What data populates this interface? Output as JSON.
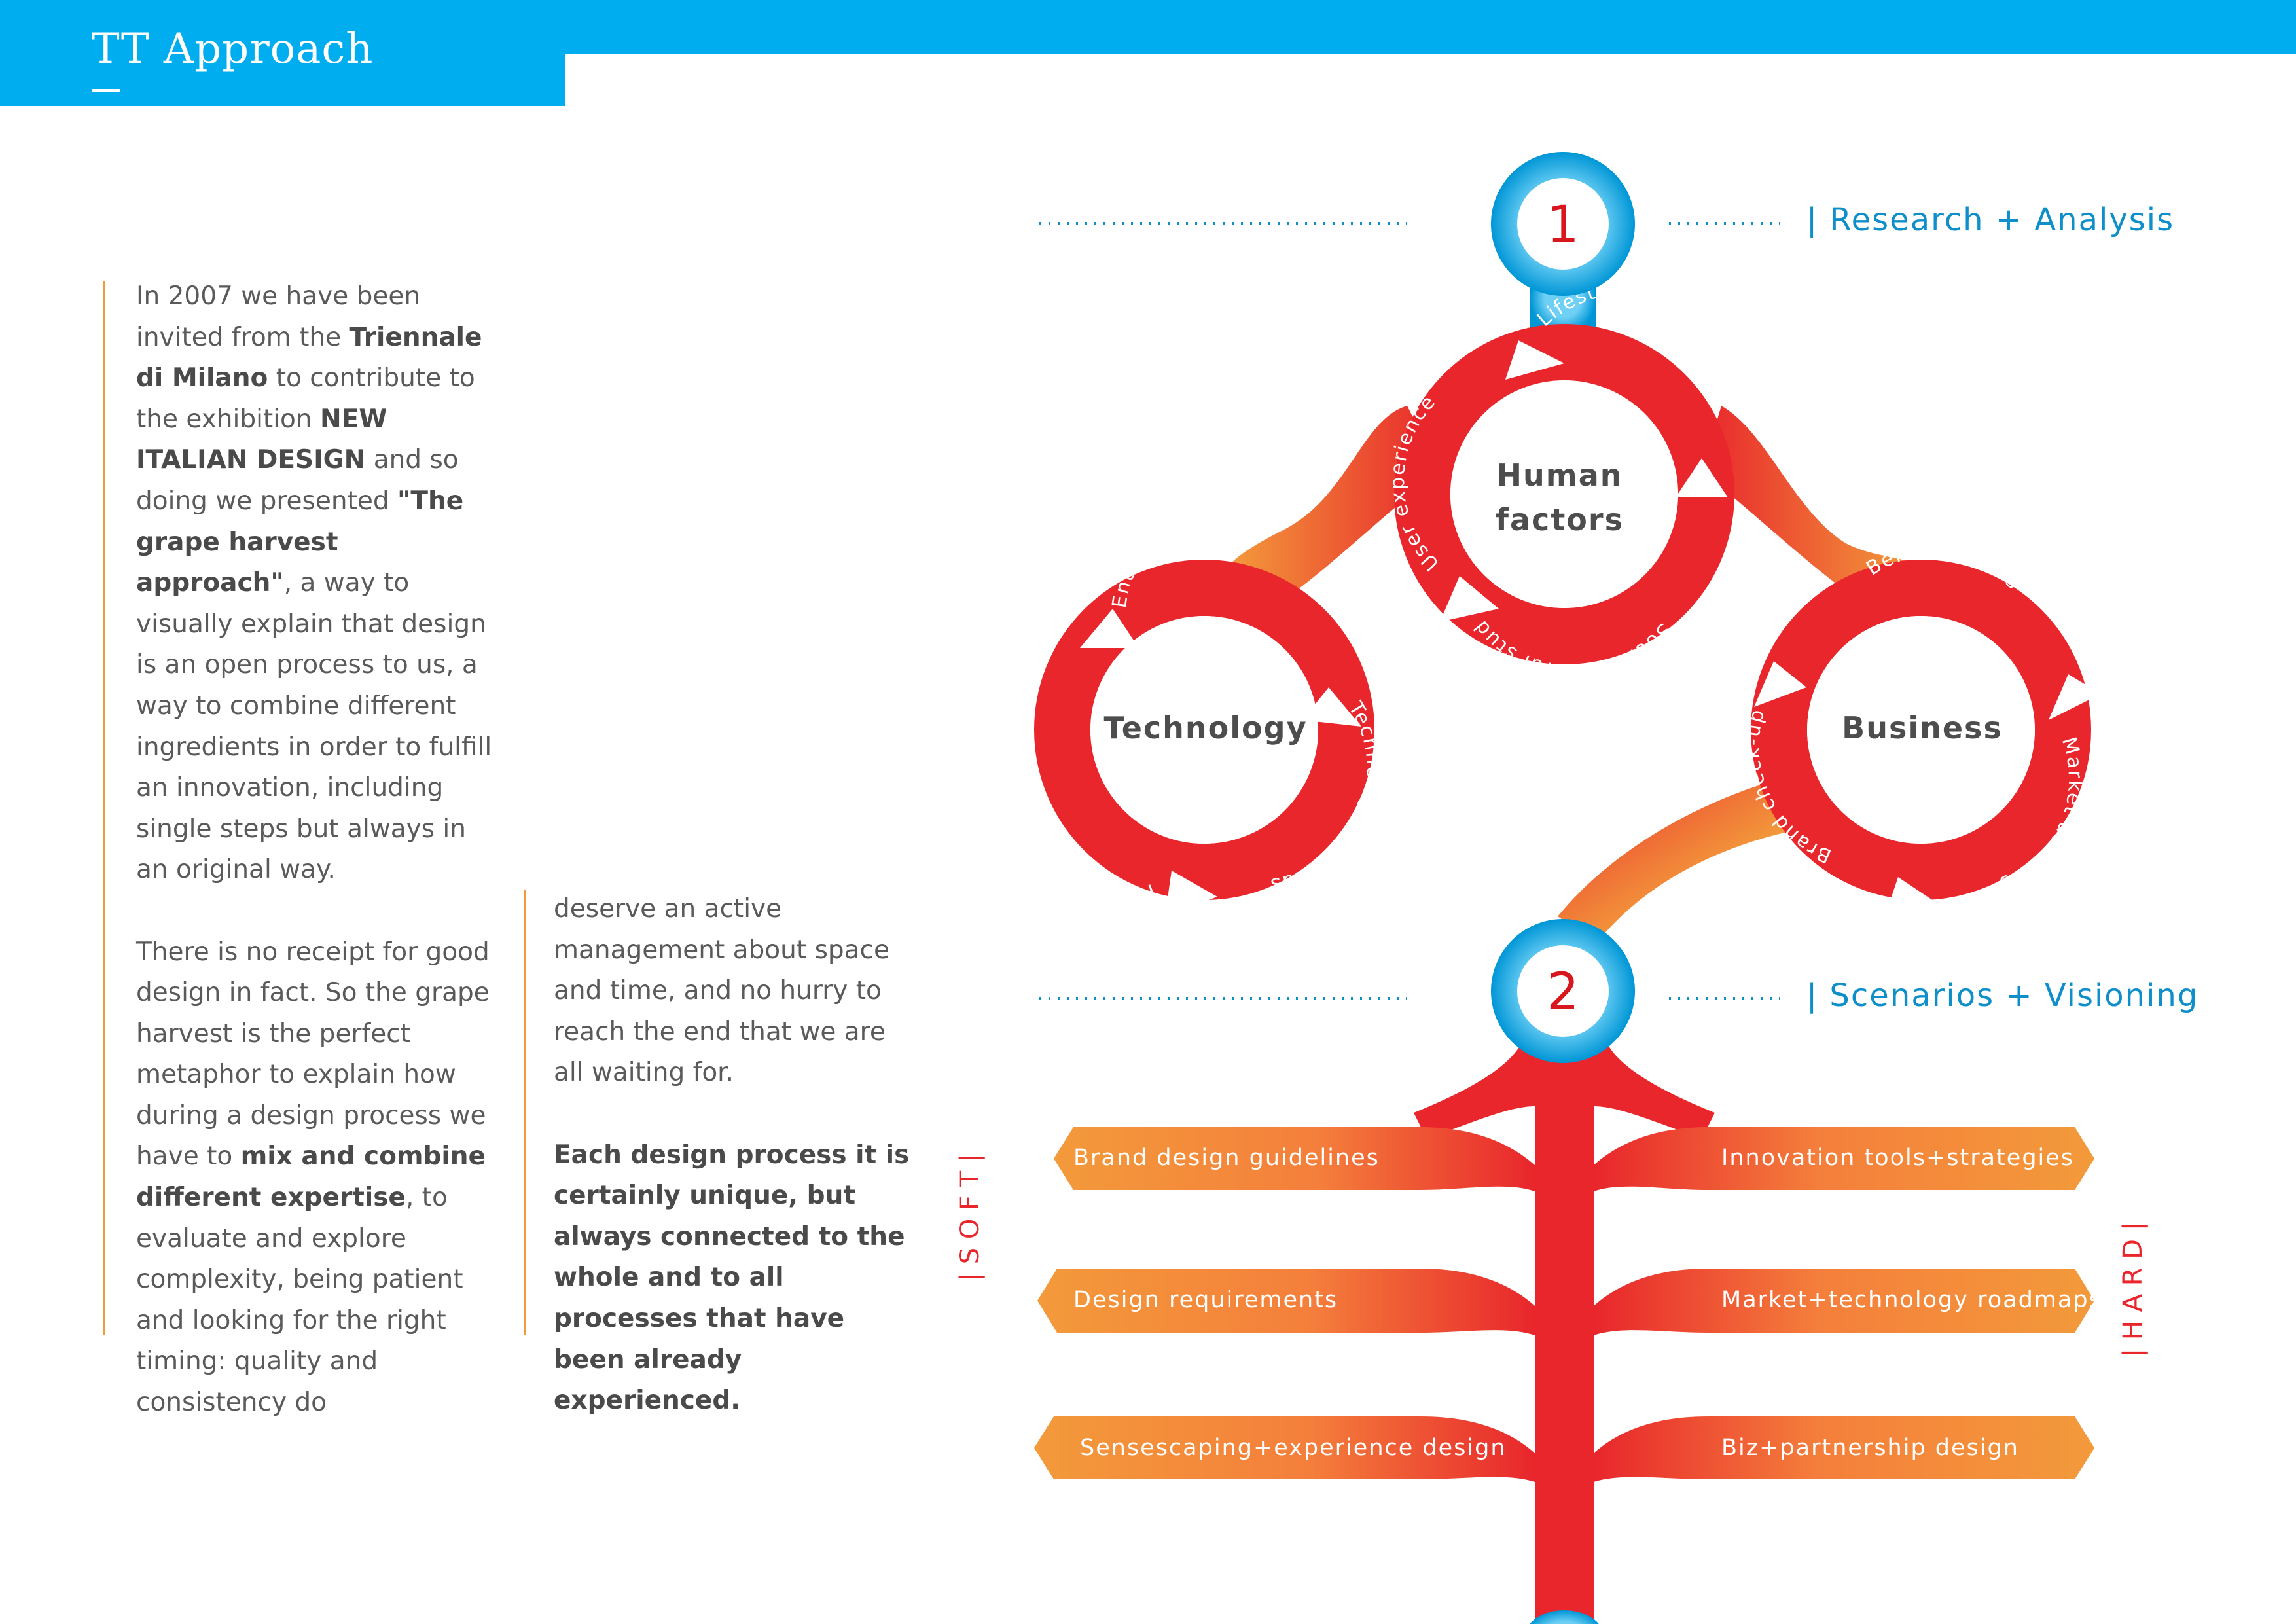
{
  "header": {
    "title": "TT Approach"
  },
  "text": {
    "col1_p1": [
      {
        "t": "In 2007 we have been invited from the "
      },
      {
        "t": "Triennale di Milano",
        "b": true
      },
      {
        "t": " to contribute to the exhibition "
      },
      {
        "t": "NEW ITALIAN DESIGN",
        "b": true
      },
      {
        "t": " and so doing we presented  "
      },
      {
        "t": "\"The grape harvest approach\"",
        "b": true
      },
      {
        "t": ", a way to visually explain that design is an open process to us, a way to combine different ingredients in order to fulfill an innovation, including single steps but always in an original way."
      }
    ],
    "col1_p2": [
      {
        "t": "There is no receipt for good design in fact. So the grape harvest is the perfect metaphor to explain how during a design process we have to "
      },
      {
        "t": "mix and combine different expertise",
        "b": true
      },
      {
        "t": ", to evaluate and explore complexity, being patient and looking for the right timing: quality and consistency do"
      }
    ],
    "col2_p1": [
      {
        "t": "deserve an active management about space and time, and no hurry to reach the end that we are all waiting for."
      }
    ],
    "col2_p2": [
      {
        "t": "Each design process it is certainly unique, but always connected to the whole and to all processes that have been already experienced.",
        "b": true
      }
    ]
  },
  "diagram": {
    "step1": {
      "number": "1",
      "label": "| Research + Analysis"
    },
    "step2": {
      "number": "2",
      "label": "| Scenarios + Visioning"
    },
    "clusters": {
      "human": {
        "title_line1": "Human",
        "title_line2": "factors",
        "arcs": [
          "User experience",
          "Lifestyles exploration",
          "Socio-cultural studies"
        ]
      },
      "technology": {
        "title": "Technology",
        "arcs": [
          "Enabling materials",
          "Technological trends",
          "Platforms exploration"
        ]
      },
      "business": {
        "title": "Business",
        "arcs": [
          "Benchmarking",
          "Market auditing",
          "Brand check-up"
        ]
      }
    },
    "soft_label": "| S O F T |",
    "hard_label": "| H A R D |",
    "left_branches": [
      "Brand design guidelines",
      "Design requirements",
      "Sensescaping+experience design"
    ],
    "right_branches": [
      "Innovation tools+strategies",
      "Market+technology roadmaps",
      "Biz+partnership design"
    ],
    "colors": {
      "blue": "#00aeef",
      "red": "#e8262c",
      "orange": "#f39a3b",
      "number": "#d7161e",
      "label_blue": "#0e8fc9"
    }
  }
}
